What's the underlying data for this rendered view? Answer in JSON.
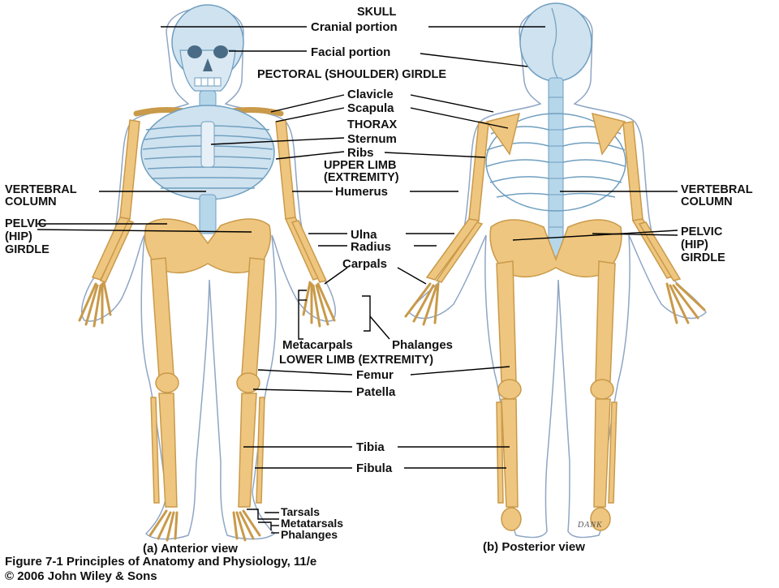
{
  "palette": {
    "bone": "#efc67f",
    "bone_edge": "#c99a4a",
    "spine": "#b6d6ea",
    "spine_edge": "#6f9fc0",
    "body_outline": "#8fa6c4",
    "leader": "#000000"
  },
  "labels": {
    "skull": "SKULL",
    "cranial": "Cranial portion",
    "facial": "Facial portion",
    "pectoral": "PECTORAL (SHOULDER) GIRDLE",
    "clavicle": "Clavicle",
    "scapula": "Scapula",
    "thorax": "THORAX",
    "sternum": "Sternum",
    "ribs": "Ribs",
    "upper_limb_1": "UPPER LIMB",
    "upper_limb_2": "(EXTREMITY)",
    "humerus": "Humerus",
    "ulna": "Ulna",
    "radius": "Radius",
    "carpals": "Carpals",
    "metacarpals": "Metacarpals",
    "phalanges_hand": "Phalanges",
    "lower_limb": "LOWER LIMB (EXTREMITY)",
    "femur": "Femur",
    "patella": "Patella",
    "tibia": "Tibia",
    "fibula": "Fibula",
    "tarsals": "Tarsals",
    "metatarsals": "Metatarsals",
    "phalanges_foot": "Phalanges",
    "vertebral_left_1": "VERTEBRAL",
    "vertebral_left_2": "COLUMN",
    "vertebral_right_1": "VERTEBRAL",
    "vertebral_right_2": "COLUMN",
    "pelvic_left_1": "PELVIC",
    "pelvic_left_2": "(HIP)",
    "pelvic_left_3": "GIRDLE",
    "pelvic_right_1": "PELVIC",
    "pelvic_right_2": "(HIP)",
    "pelvic_right_3": "GIRDLE"
  },
  "views": {
    "anterior": "(a) Anterior view",
    "posterior": "(b) Posterior view"
  },
  "caption": {
    "line1": "Figure 7-1 Principles of Anatomy and Physiology, 11/e",
    "line2": "© 2006 John Wiley & Sons"
  },
  "artist_signature": "DANK"
}
